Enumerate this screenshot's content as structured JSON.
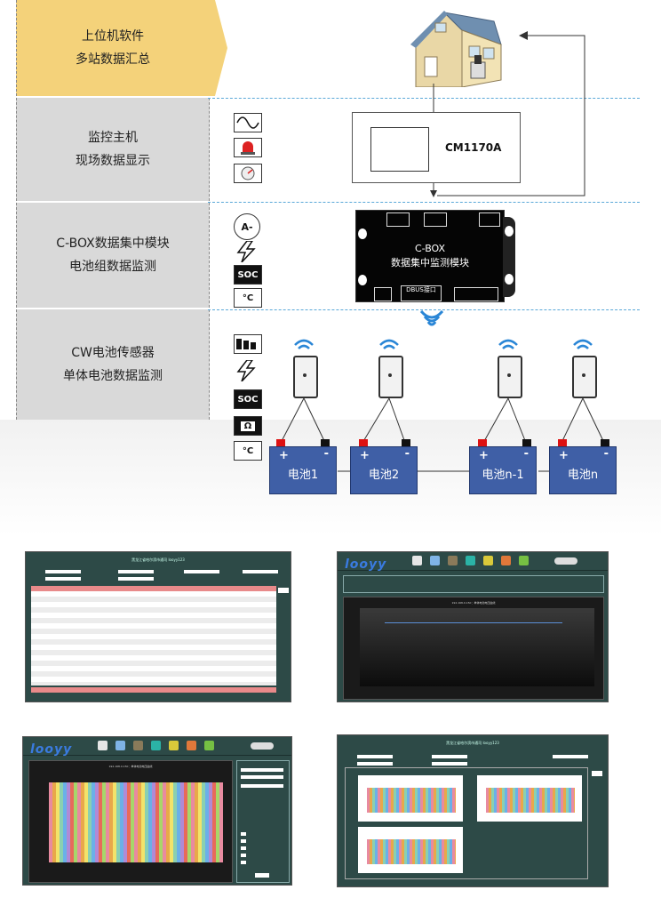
{
  "bands": [
    {
      "line1": "上位机软件",
      "line2": "多站数据汇总"
    },
    {
      "line1": "监控主机",
      "line2": "现场数据显示"
    },
    {
      "line1": "C-BOX数据集中模块",
      "line2": "电池组数据监测"
    },
    {
      "line1": "CW电池传感器",
      "line2": "单体电池数据监测"
    }
  ],
  "monitor_host": {
    "label": "CM1170A"
  },
  "cbox": {
    "line1": "C-BOX",
    "line2": "数据集中监测模块",
    "port_label": "DBUS接口"
  },
  "icons_band3": [
    "A-",
    "SOC",
    "°C"
  ],
  "icons_band4": [
    "SOC",
    "Ω",
    "°C"
  ],
  "batteries": [
    {
      "label": "电池1",
      "plus": "+",
      "minus": "-"
    },
    {
      "label": "电池2",
      "plus": "+",
      "minus": "-"
    },
    {
      "label": "电池n-1",
      "plus": "+",
      "minus": "-"
    },
    {
      "label": "电池n",
      "plus": "+",
      "minus": "-"
    }
  ],
  "screenshots": {
    "s1": {
      "title": "黑龙江省哈尔滨市通司  looyy123"
    },
    "s2": {
      "logo": "looyy",
      "chart_title": "192.168.0.150：单体电池电压曲线"
    },
    "s3": {
      "logo": "looyy",
      "chart_title": "192.168.0.150：单体电池电压曲线"
    },
    "s4": {
      "title": "黑龙江省哈尔滨市通司  looyy123"
    }
  },
  "colors": {
    "top_band": "#f4d27a",
    "gray_band": "#d9d9d9",
    "dash": "#5aa8d8",
    "battery": "#3f5fa6",
    "terminal_pos": "#dd1111",
    "terminal_neg": "#111111",
    "wifi": "#2a86d6"
  }
}
